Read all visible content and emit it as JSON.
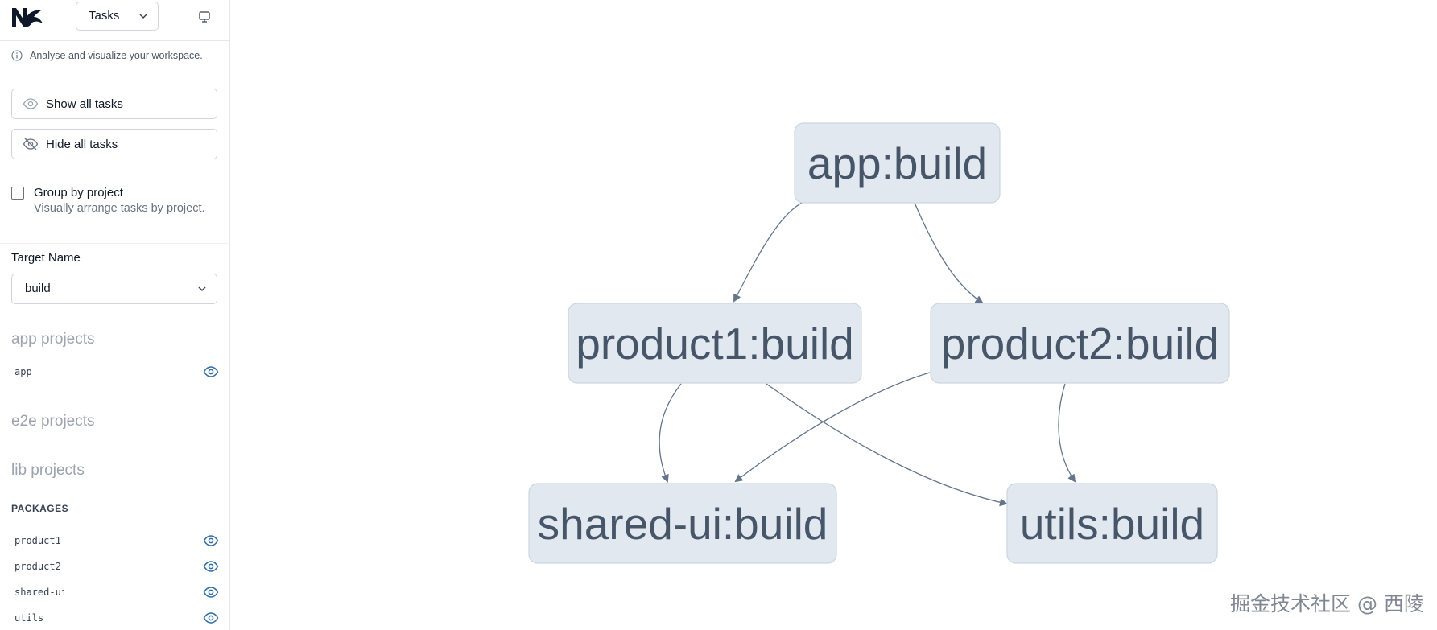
{
  "header": {
    "mode_select": "Tasks"
  },
  "info_text": "Analyse and visualize your workspace.",
  "buttons": {
    "show_all": "Show all tasks",
    "hide_all": "Hide all tasks"
  },
  "group": {
    "title": "Group by project",
    "description": "Visually arrange tasks by project."
  },
  "target": {
    "label": "Target Name",
    "value": "build"
  },
  "sections": {
    "app_heading": "app projects",
    "app_items": [
      "app"
    ],
    "e2e_heading": "e2e projects",
    "lib_heading": "lib projects",
    "packages_heading": "PACKAGES",
    "package_items": [
      "product1",
      "product2",
      "shared-ui",
      "utils"
    ]
  },
  "graph": {
    "nodes": [
      "app:build",
      "product1:build",
      "product2:build",
      "shared-ui:build",
      "utils:build"
    ]
  },
  "watermark": "掘金技术社区 @ 西陵",
  "colors": {
    "node_fill": "#e2e8f0",
    "edge": "#64748b",
    "eye_icon": "#2f6ea3"
  }
}
